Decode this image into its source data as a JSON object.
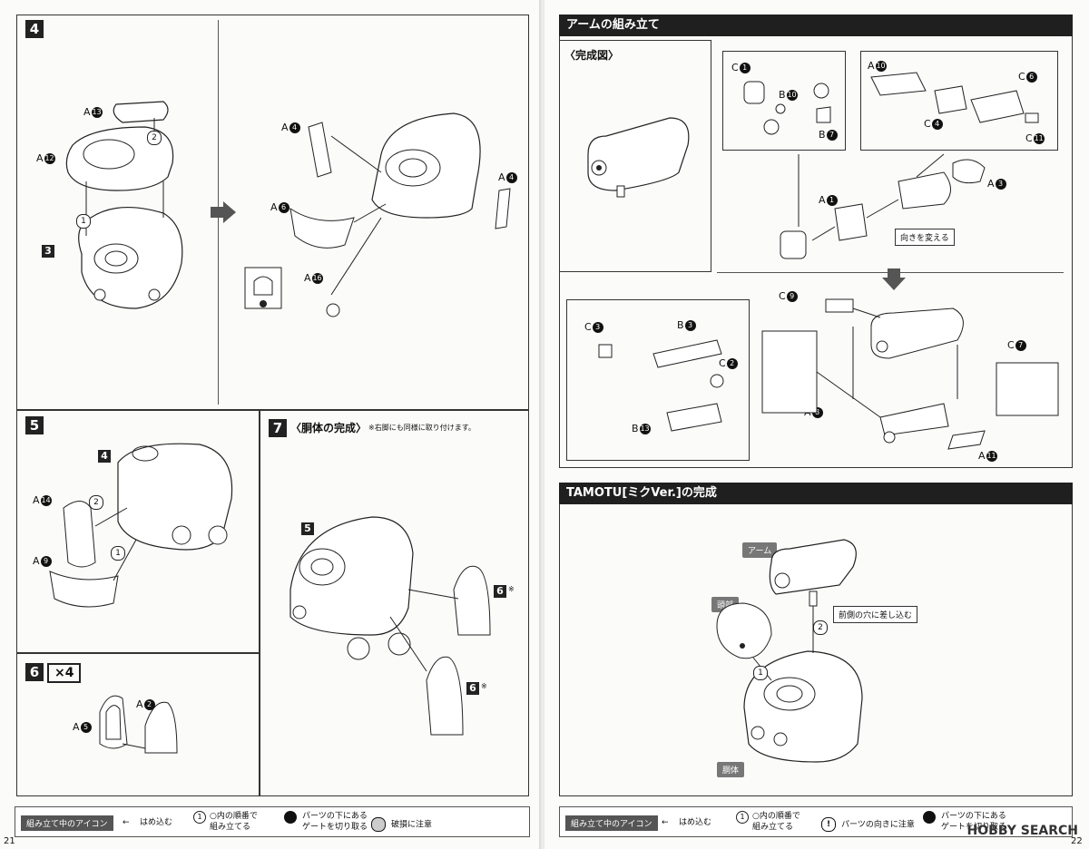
{
  "left": {
    "steps": {
      "s4": {
        "num": "4",
        "labels": {
          "a13": "A",
          "a13n": "13",
          "a12": "A",
          "a12n": "12",
          "ref3": "3",
          "a4a": "A",
          "a4an": "4",
          "a4b": "A",
          "a4bn": "4",
          "a6": "A",
          "a6n": "6",
          "a16": "A",
          "a16n": "16"
        }
      },
      "s5": {
        "num": "5",
        "labels": {
          "ref4": "4",
          "a14": "A",
          "a14n": "14",
          "a9": "A",
          "a9n": "9"
        }
      },
      "s6": {
        "num": "6",
        "mult": "×4",
        "labels": {
          "a2": "A",
          "a2n": "2",
          "a5": "A",
          "a5n": "5"
        }
      },
      "s7": {
        "num": "7",
        "title": "〈胴体の完成〉",
        "note": "※右脚にも同様に取り付けます。",
        "labels": {
          "ref5": "5",
          "ref6a": "6",
          "ref6b": "6",
          "mark": "※"
        }
      }
    },
    "page_number": "21"
  },
  "right": {
    "arm_title": "アームの組み立て",
    "complete_label": "〈完成図〉",
    "labels": {
      "c1": "C",
      "c1n": "1",
      "b10": "B",
      "b10n": "10",
      "b7": "B",
      "b7n": "7",
      "a10": "A",
      "a10n": "10",
      "c6": "C",
      "c6n": "6",
      "c4": "C",
      "c4n": "4",
      "c11": "C",
      "c11n": "11",
      "a1": "A",
      "a1n": "1",
      "a3": "A",
      "a3n": "3",
      "c3": "C",
      "c3n": "3",
      "b3": "B",
      "b3n": "3",
      "c2": "C",
      "c2n": "2",
      "b13": "B",
      "b13n": "13",
      "c9": "C",
      "c9n": "9",
      "c7": "C",
      "c7n": "7",
      "a8": "A",
      "a8n": "8",
      "a11": "A",
      "a11n": "11"
    },
    "callout_direction": "向きを変える",
    "final_title": "TAMOTU[ミクVer.]の完成",
    "final_tags": {
      "arm": "アーム",
      "head": "頭部",
      "body": "胴体"
    },
    "final_callout": "前側の穴に差し込む",
    "page_number": "22"
  },
  "legend": {
    "title": "組み立て中のアイコン",
    "fit": "はめ込む",
    "order_line1": "○内の順番で",
    "order_line2": "組み立てる",
    "gate_line1": "パーツの下にある",
    "gate_line2": "ゲートを切り取る",
    "damage": "破損に注意",
    "direction": "パーツの向きに注意"
  },
  "watermark": "HOBBY SEARCH"
}
